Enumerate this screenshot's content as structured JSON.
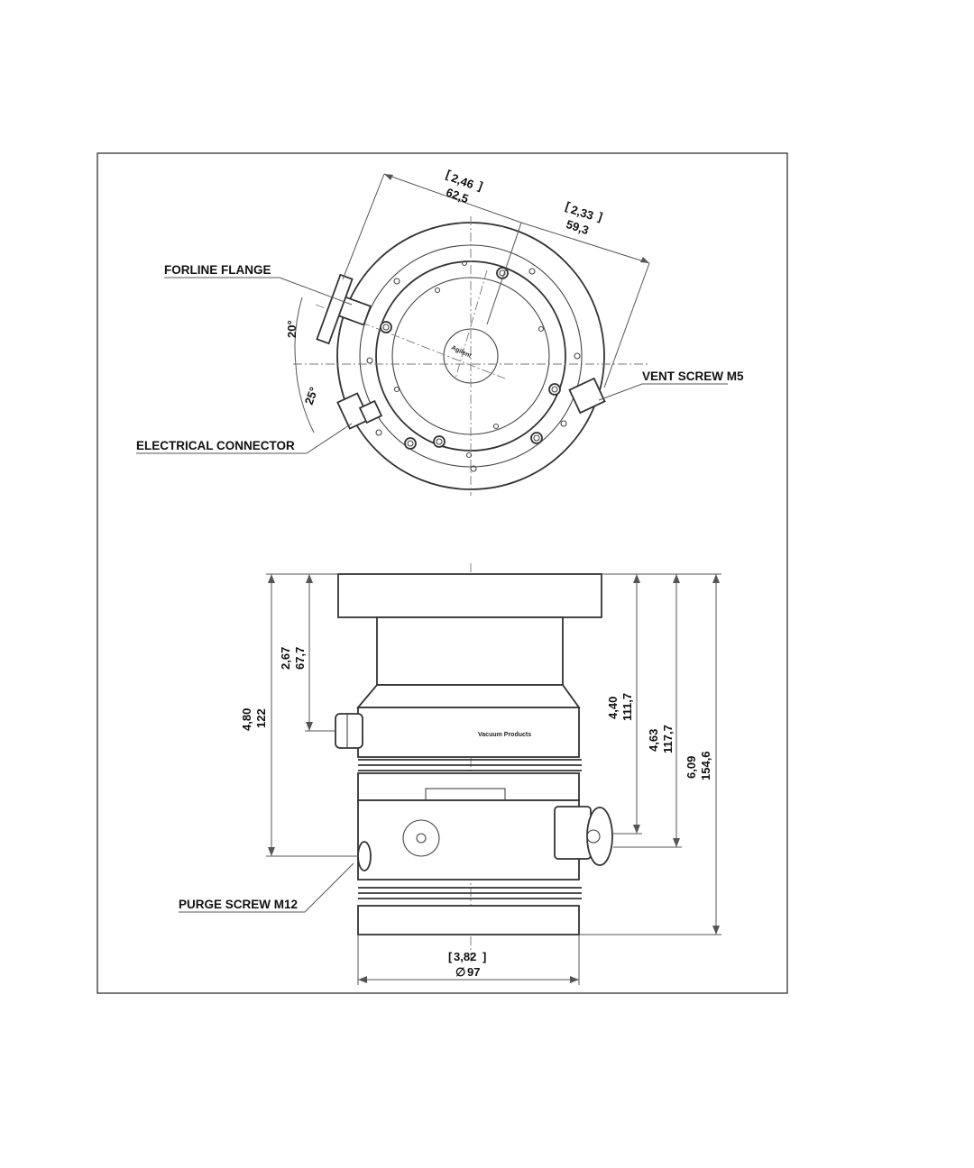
{
  "labels": {
    "forline_flange": "FORLINE FLANGE",
    "vent_screw": "VENT SCREW  M5",
    "electrical_connector": "ELECTRICAL CONNECTOR",
    "purge_screw": "PURGE SCREW M12"
  },
  "angles": {
    "a20": "20°",
    "a25": "25°"
  },
  "top_view_dims": {
    "d1_in": "2,46",
    "d1_mm": "62,5",
    "d2_in": "2,33",
    "d2_mm": "59,3"
  },
  "side_view_dims": {
    "h1_in": "2,67",
    "h1_mm": "67,7",
    "h2_in": "4,80",
    "h2_mm": "122",
    "h3_in": "4,40",
    "h3_mm": "111,7",
    "h4_in": "4,63",
    "h4_mm": "117,7",
    "h5_in": "6,09",
    "h5_mm": "154,6",
    "dia_in": "3,82",
    "dia_mm": "97",
    "dia_symbol": "∅"
  },
  "markings": {
    "vacuum_products": "Vacuum Products",
    "agilent": "Agilent"
  }
}
